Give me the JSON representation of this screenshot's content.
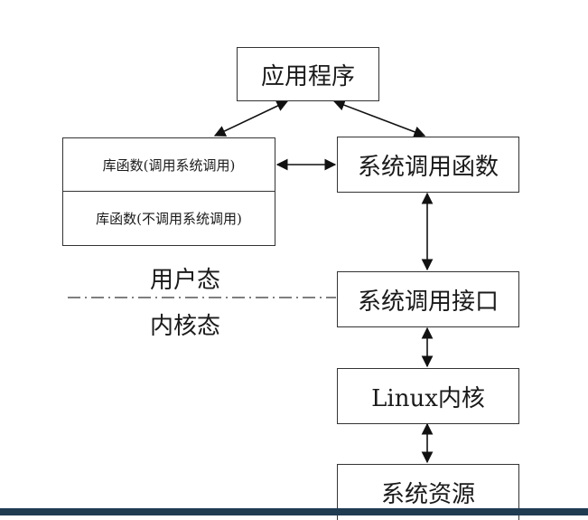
{
  "diagram": {
    "nodes": {
      "app": "应用程序",
      "lib_syscall": "库函数(调用系统调用)",
      "lib_nosyscall": "库函数(不调用系统调用)",
      "syscall_func": "系统调用函数",
      "syscall_iface": "系统调用接口",
      "kernel": "Linux内核",
      "resources": "系统资源"
    },
    "regions": {
      "user_mode": "用户态",
      "kernel_mode": "内核态"
    }
  }
}
